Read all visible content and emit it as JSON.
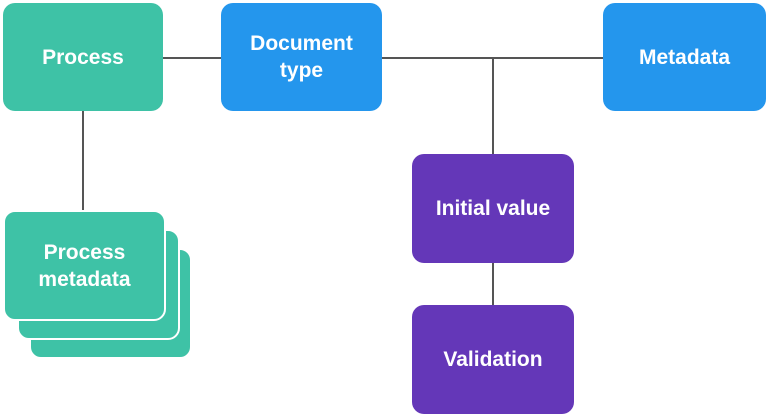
{
  "diagram": {
    "colors": {
      "teal": "#3ec2a6",
      "blue": "#2496ed",
      "purple": "#6437b8",
      "connector": "#555555"
    },
    "nodes": {
      "process": {
        "label": "Process",
        "color": "teal"
      },
      "document_type": {
        "label": "Document\ntype",
        "color": "blue"
      },
      "metadata": {
        "label": "Metadata",
        "color": "blue"
      },
      "process_metadata": {
        "label": "Process\nmetadata",
        "color": "teal",
        "stacked": true
      },
      "initial_value": {
        "label": "Initial value",
        "color": "purple"
      },
      "validation": {
        "label": "Validation",
        "color": "purple"
      }
    },
    "edges": [
      {
        "from": "process",
        "to": "document_type"
      },
      {
        "from": "document_type",
        "to": "metadata"
      },
      {
        "from": "process",
        "to": "process_metadata"
      },
      {
        "from": "metadata",
        "to": "initial_value"
      },
      {
        "from": "initial_value",
        "to": "validation"
      }
    ]
  }
}
